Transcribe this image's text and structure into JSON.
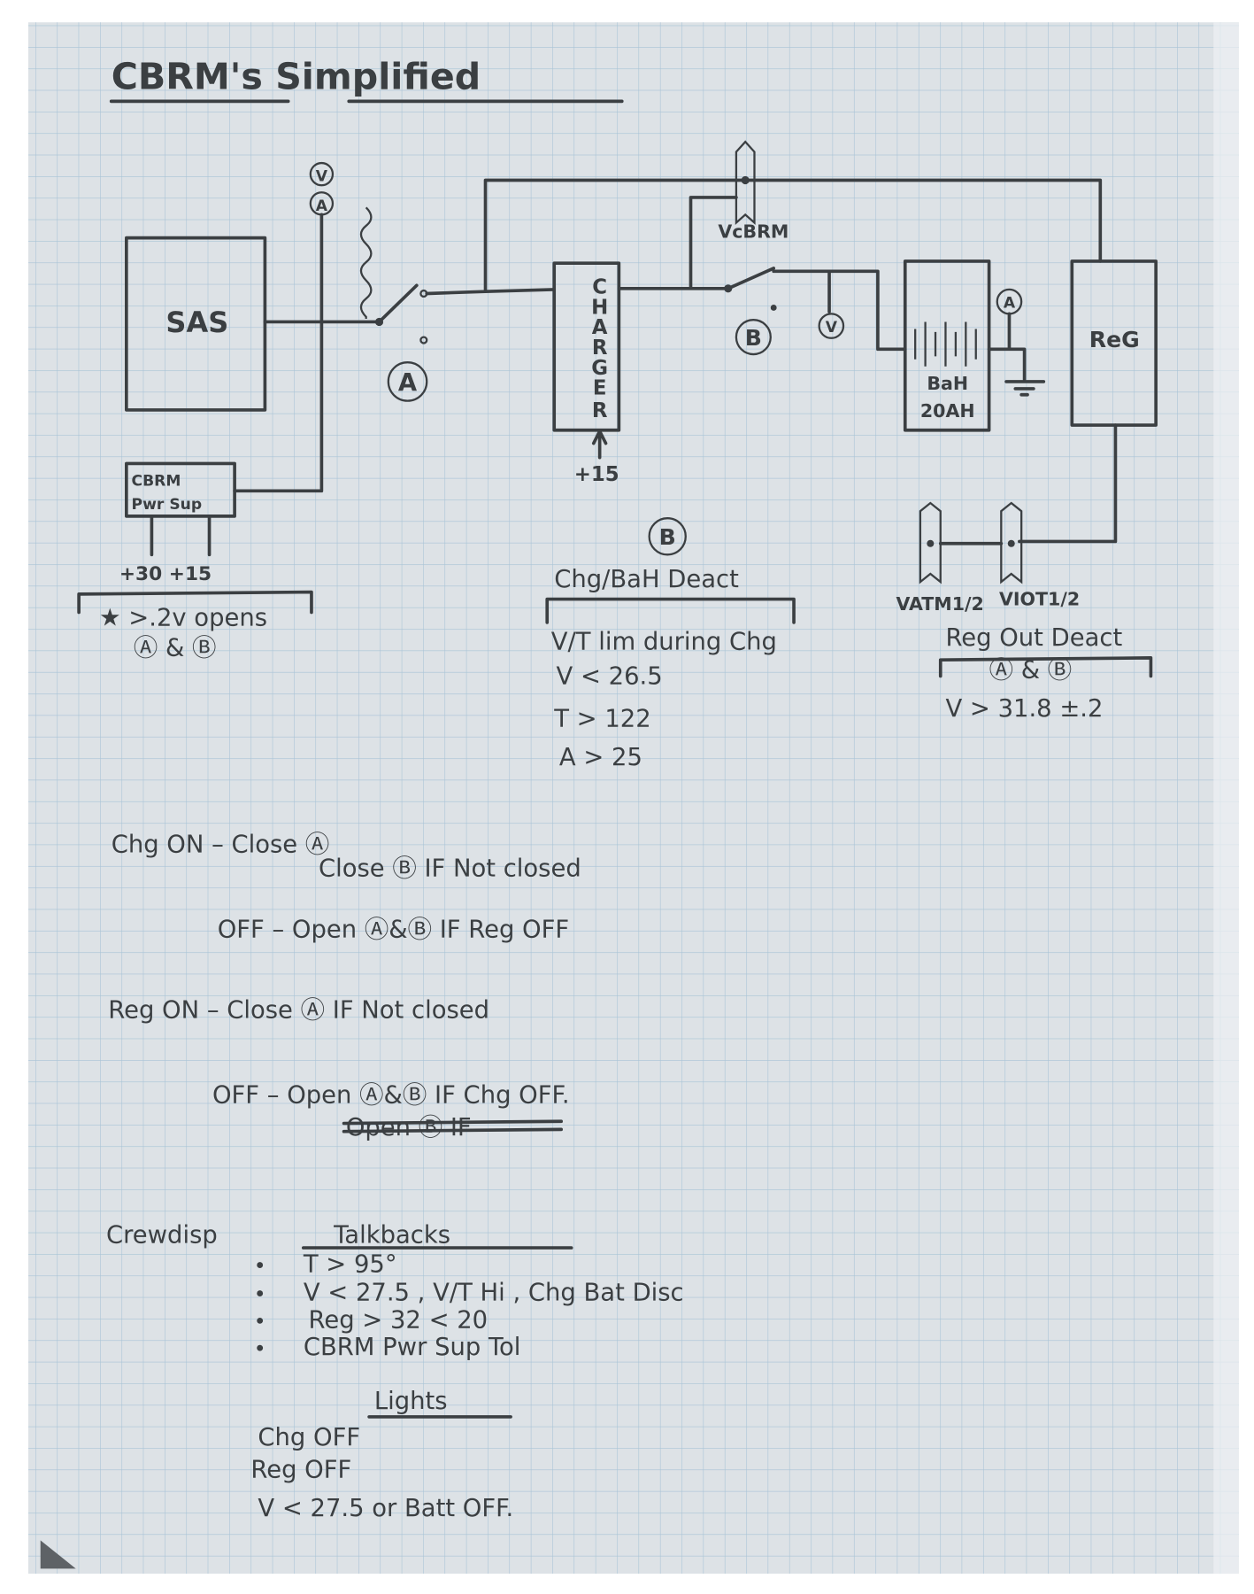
{
  "title": "CBRM's Simplified",
  "colors": {
    "paper": "#dde2e6",
    "grid": "#a8c3d6",
    "ink": "#3b3f42"
  },
  "diagram": {
    "sas": "SAS",
    "meter_v": "V",
    "meter_a": "A",
    "switch_a": "A",
    "switch_b": "B",
    "charger": [
      "C",
      "H",
      "A",
      "R",
      "G",
      "E",
      "R"
    ],
    "charger_input": "+15",
    "vcbrm": "VcBRM",
    "batt_line1": "BaH",
    "batt_line2": "20AH",
    "reg": "ReG",
    "pwr_sup_line1": "CBRM",
    "pwr_sup_line2": "Pwr Sup",
    "pwr_sup_inputs": "+30  +15",
    "vatm": "VATM1/2",
    "viot": "VIOT1/2"
  },
  "notes": {
    "pwr_sup_note": "★ >.2v opens",
    "pwr_sup_note2": "Ⓐ & Ⓑ",
    "b_label": "B",
    "chg_batt_deact": "Chg/BaH Deact",
    "vt_lim": "V/T lim during Chg",
    "v_limit": "V < 26.5",
    "t_limit": "T > 122",
    "a_limit": "A > 25",
    "reg_out_deact": "Reg Out Deact",
    "reg_out_ab": "Ⓐ & Ⓑ",
    "reg_out_v": "V > 31.8 ±.2"
  },
  "logic": [
    "Chg ON  – Close Ⓐ",
    "Close Ⓑ IF Not closed",
    "OFF – Open Ⓐ&Ⓑ IF Reg OFF",
    "Reg ON  – Close Ⓐ IF Not closed",
    "OFF – Open Ⓐ&Ⓑ IF Chg OFF.",
    "Open Ⓑ IF"
  ],
  "talkbacks": {
    "prefix": "Crewdisp",
    "heading": "Talkbacks",
    "items": [
      "T > 95°",
      "V < 27.5 , V/T Hi , Chg Bat Disc",
      "Reg > 32 < 20",
      "CBRM Pwr Sup Tol"
    ]
  },
  "lights": {
    "heading": "Lights",
    "items": [
      "Chg OFF",
      "Reg OFF",
      "V < 27.5 or Batt OFF."
    ]
  }
}
